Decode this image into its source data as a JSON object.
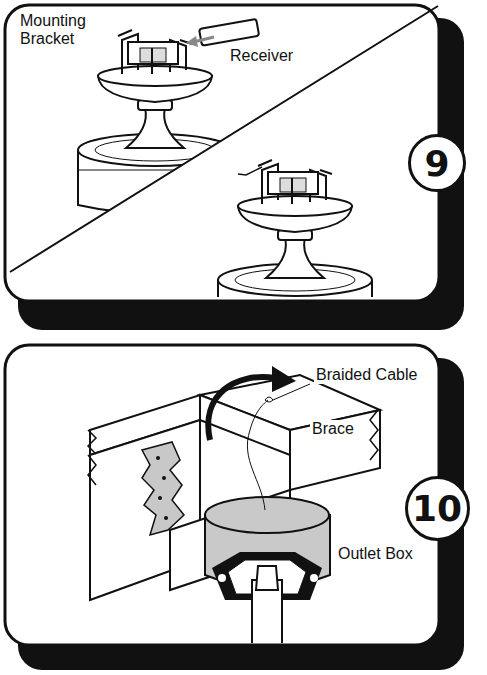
{
  "diagram": {
    "nodes": [
      {
        "text": [
          "9"
        ]
      },
      {
        "text": [
          "10"
        ]
      }
    ],
    "labels": [
      "Mounting Bracket",
      "Receiver",
      "Braided Cable",
      "Brace",
      "Outlet Box"
    ]
  }
}
